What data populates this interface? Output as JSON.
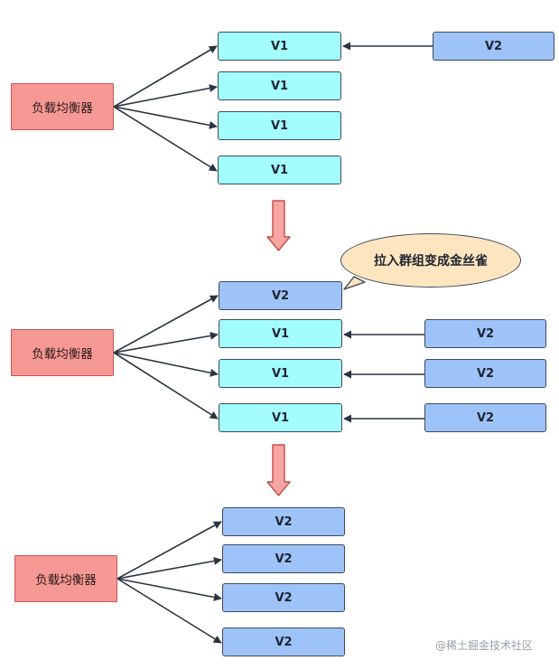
{
  "stage1": {
    "load_balancer": "负载均衡器",
    "servers": [
      "V1",
      "V1",
      "V1",
      "V1"
    ],
    "incoming": [
      "V2"
    ]
  },
  "stage2": {
    "load_balancer": "负载均衡器",
    "servers": [
      "V2",
      "V1",
      "V1",
      "V1"
    ],
    "incoming": [
      "V2",
      "V2",
      "V2"
    ],
    "callout": "拉入群组变成金丝雀"
  },
  "stage3": {
    "load_balancer": "负载均衡器",
    "servers": [
      "V2",
      "V2",
      "V2",
      "V2"
    ]
  },
  "watermark": "@稀土掘金技术社区",
  "colors": {
    "v1_fill": "#a3fdff",
    "v2_fill": "#9ec3f8",
    "load_balancer_fill": "#f69893",
    "callout_fill": "#fde5c0",
    "transition_arrow_fill": "#f6a5a3"
  }
}
